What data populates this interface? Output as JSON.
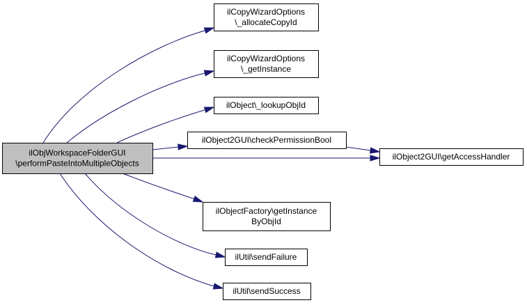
{
  "nodes": {
    "root": {
      "lines": [
        "ilObjWorkspaceFolderGUI",
        "\\performPasteIntoMultipleObjects"
      ]
    },
    "allocate": {
      "lines": [
        "ilCopyWizardOptions",
        "\\_allocateCopyId"
      ]
    },
    "getinstance": {
      "lines": [
        "ilCopyWizardOptions",
        "\\_getInstance"
      ]
    },
    "lookup": {
      "lines": [
        "ilObject\\_lookupObjId"
      ]
    },
    "checkperm": {
      "lines": [
        "ilObject2GUI\\checkPermissionBool"
      ]
    },
    "access": {
      "lines": [
        "ilObject2GUI\\getAccessHandler"
      ]
    },
    "factory": {
      "lines": [
        "ilObjectFactory\\getInstance",
        "ByObjId"
      ]
    },
    "failure": {
      "lines": [
        "ilUtil\\sendFailure"
      ]
    },
    "success": {
      "lines": [
        "ilUtil\\sendSuccess"
      ]
    }
  },
  "edges": [
    {
      "from": "root",
      "to": "allocate"
    },
    {
      "from": "root",
      "to": "getinstance"
    },
    {
      "from": "root",
      "to": "lookup"
    },
    {
      "from": "root",
      "to": "checkperm"
    },
    {
      "from": "root",
      "to": "access"
    },
    {
      "from": "checkperm",
      "to": "access"
    },
    {
      "from": "root",
      "to": "factory"
    },
    {
      "from": "root",
      "to": "failure"
    },
    {
      "from": "root",
      "to": "success"
    }
  ]
}
